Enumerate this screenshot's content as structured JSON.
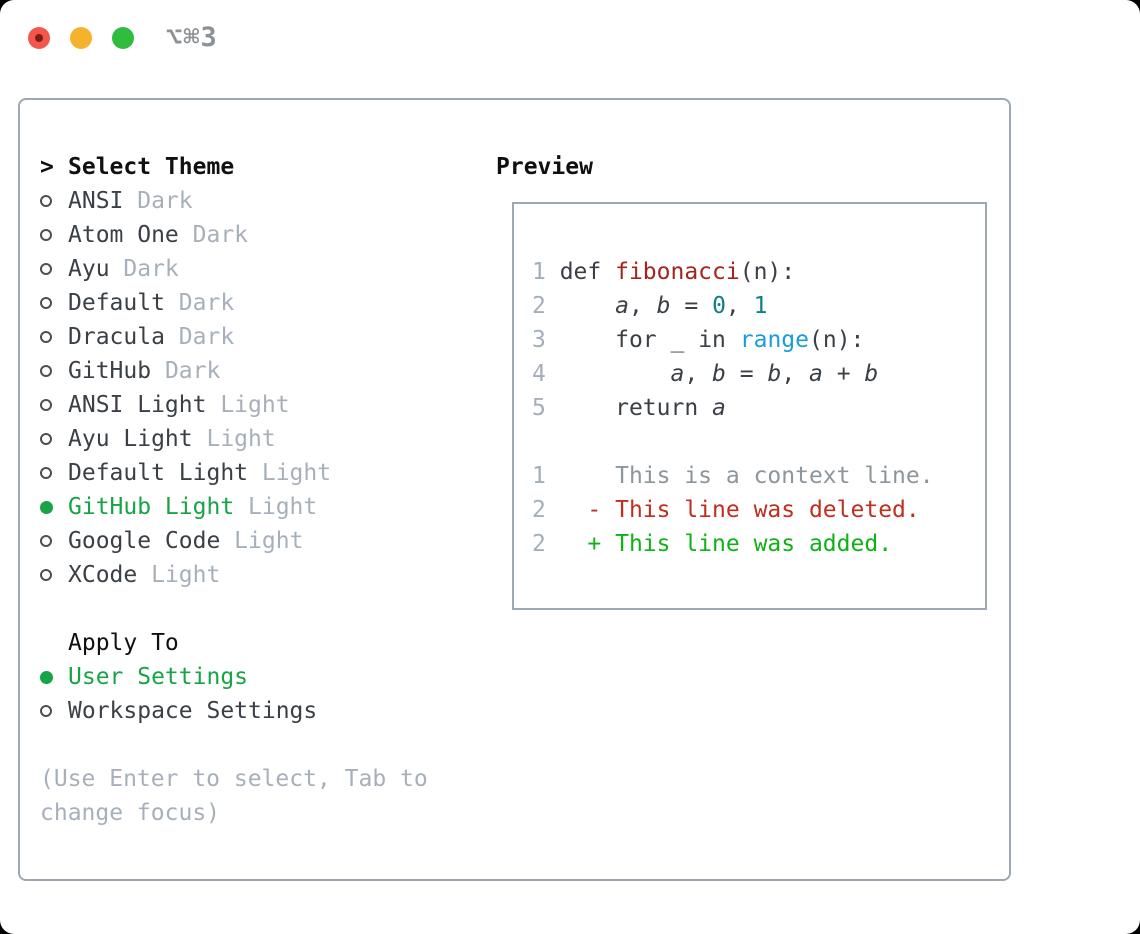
{
  "window": {
    "title": "⌥⌘3",
    "traffic_lights": [
      {
        "name": "close",
        "color": "#f4564d",
        "modified_dot_color": "#7e1d12"
      },
      {
        "name": "minimize",
        "color": "#f5b32d"
      },
      {
        "name": "zoom",
        "color": "#30bd3f"
      }
    ]
  },
  "colors": {
    "accent_green": "#18a347",
    "panel_border": "#9ea8b2",
    "muted_text": "#a7b0ba",
    "item_text": "#3a4046",
    "diff_red": "#bf2e1e",
    "diff_green": "#0fb216",
    "function_red": "#a5251d",
    "number_teal": "#0e7f87",
    "call_blue": "#1b9cd8"
  },
  "theme_list": {
    "header_prefix": ">",
    "header": "Select Theme",
    "items": [
      {
        "name": "ANSI",
        "variant": "Dark",
        "selected": false
      },
      {
        "name": "Atom One",
        "variant": "Dark",
        "selected": false
      },
      {
        "name": "Ayu",
        "variant": "Dark",
        "selected": false
      },
      {
        "name": "Default",
        "variant": "Dark",
        "selected": false
      },
      {
        "name": "Dracula",
        "variant": "Dark",
        "selected": false
      },
      {
        "name": "GitHub",
        "variant": "Dark",
        "selected": false
      },
      {
        "name": "ANSI Light",
        "variant": "Light",
        "selected": false
      },
      {
        "name": "Ayu Light",
        "variant": "Light",
        "selected": false
      },
      {
        "name": "Default Light",
        "variant": "Light",
        "selected": false
      },
      {
        "name": "GitHub Light",
        "variant": "Light",
        "selected": true
      },
      {
        "name": "Google Code",
        "variant": "Light",
        "selected": false
      },
      {
        "name": "XCode",
        "variant": "Light",
        "selected": false
      }
    ]
  },
  "apply_to": {
    "header": "Apply To",
    "items": [
      {
        "name": "User Settings",
        "selected": true
      },
      {
        "name": "Workspace Settings",
        "selected": false
      }
    ]
  },
  "help": {
    "line1": "(Use Enter to select, Tab to",
    "line2": "change focus)"
  },
  "preview": {
    "header": "Preview",
    "code_lines": [
      {
        "segments": [
          {
            "text": "1 ",
            "type": "ln"
          },
          {
            "text": "def ",
            "type": "kw"
          },
          {
            "text": "fibonacci",
            "type": "fn"
          },
          {
            "text": "(n):",
            "type": "pl"
          }
        ]
      },
      {
        "segments": [
          {
            "text": "2 ",
            "type": "ln"
          },
          {
            "text": "    ",
            "type": "pl"
          },
          {
            "text": "a",
            "type": "var"
          },
          {
            "text": ", ",
            "type": "pl"
          },
          {
            "text": "b",
            "type": "var"
          },
          {
            "text": " = ",
            "type": "pl"
          },
          {
            "text": "0",
            "type": "lit"
          },
          {
            "text": ", ",
            "type": "pl"
          },
          {
            "text": "1",
            "type": "lit"
          }
        ]
      },
      {
        "segments": [
          {
            "text": "3 ",
            "type": "ln"
          },
          {
            "text": "    ",
            "type": "pl"
          },
          {
            "text": "for",
            "type": "kw"
          },
          {
            "text": " _ ",
            "type": "pl"
          },
          {
            "text": "in",
            "type": "kw"
          },
          {
            "text": " ",
            "type": "pl"
          },
          {
            "text": "range",
            "type": "call"
          },
          {
            "text": "(n):",
            "type": "pl"
          }
        ]
      },
      {
        "segments": [
          {
            "text": "4 ",
            "type": "ln"
          },
          {
            "text": "        ",
            "type": "pl"
          },
          {
            "text": "a",
            "type": "var"
          },
          {
            "text": ", ",
            "type": "pl"
          },
          {
            "text": "b",
            "type": "var"
          },
          {
            "text": " = ",
            "type": "pl"
          },
          {
            "text": "b",
            "type": "var"
          },
          {
            "text": ", ",
            "type": "pl"
          },
          {
            "text": "a",
            "type": "var"
          },
          {
            "text": " + ",
            "type": "pl"
          },
          {
            "text": "b",
            "type": "var"
          }
        ]
      },
      {
        "segments": [
          {
            "text": "5 ",
            "type": "ln"
          },
          {
            "text": "    ",
            "type": "pl"
          },
          {
            "text": "return",
            "type": "kw"
          },
          {
            "text": " ",
            "type": "pl"
          },
          {
            "text": "a",
            "type": "var"
          }
        ]
      },
      {
        "segments": []
      },
      {
        "segments": [
          {
            "text": "1 ",
            "type": "ln"
          },
          {
            "text": "    ",
            "type": "pl"
          },
          {
            "text": "This is a context line.",
            "type": "ctx"
          }
        ]
      },
      {
        "segments": [
          {
            "text": "2 ",
            "type": "ln"
          },
          {
            "text": "  ",
            "type": "pl"
          },
          {
            "text": "- This line was deleted.",
            "type": "del"
          }
        ]
      },
      {
        "segments": [
          {
            "text": "2 ",
            "type": "ln"
          },
          {
            "text": "  ",
            "type": "pl"
          },
          {
            "text": "+ This line was added.",
            "type": "add"
          }
        ]
      }
    ]
  }
}
